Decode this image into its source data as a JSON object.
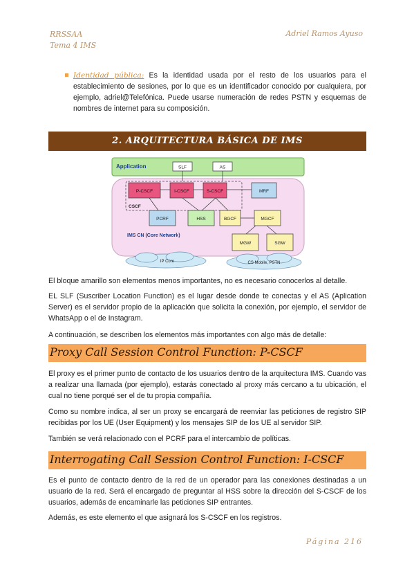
{
  "header": {
    "left_line1": "RRSSAA",
    "left_line2": "Tema 4 IMS",
    "right": "Adriel Ramos Ayuso"
  },
  "bullet": {
    "term": "Identidad pública:",
    "text": " Es la identidad usada por el resto de los usuarios para el establecimiento de sesiones, por lo que es un identificador conocido por cualquiera, por ejemplo, adriel@Telefónica. Puede usarse numeración de redes PSTN y esquemas de nombres de internet para su composición."
  },
  "section_title": "2. ARQUITECTURA BÁSICA DE IMS",
  "diagram": {
    "application": "Application",
    "slf": "SLF",
    "as": "AS",
    "pcscf": "P-CSCF",
    "icscf": "I-CSCF",
    "scscf": "S-CSCF",
    "mrf": "MRF",
    "cscf": "CSCF",
    "pcrf": "PCRF",
    "hss": "HSS",
    "bgcf": "BGCF",
    "mgcf": "MGCF",
    "ims_cn": "IMS CN (Core Network)",
    "mgw": "MGW",
    "sgw": "SGW",
    "ip_core": "IP Core",
    "cs_mobile": "CS Mobile, PSTN"
  },
  "paragraphs": {
    "p1": "El bloque amarillo son elementos menos importantes, no es necesario conocerlos al detalle.",
    "p2": "EL SLF (Suscriber Location Function) es el lugar desde donde te conectas y el AS (Aplication Server) es el servidor propio de la aplicación que solicita la conexión, por ejemplo, el servidor de WhatsApp o el de Instagram.",
    "p3": "A continuación, se describen los elementos más importantes con algo más de detalle:",
    "p4": "El proxy es el primer punto de contacto de los usuarios dentro de la arquitectura IMS. Cuando vas a realizar una llamada (por ejemplo), estarás conectado al proxy más cercano a tu ubicación, el cual no tiene porqué ser el de tu propia compañía.",
    "p5": "Como su nombre indica, al ser un proxy se encargará de reenviar las peticiones de registro SIP recibidas por los UE (User Equipment) y los mensajes SIP de los UE al servidor SIP.",
    "p6": "También se verá relacionado con el PCRF para el intercambio de políticas.",
    "p7": "Es el punto de contacto dentro de la red de un operador para las conexiones destinadas a un usuario de la red. Será el encargado de preguntar al HSS sobre la dirección del S-CSCF de los usuarios, además de encaminarle las peticiones SIP entrantes.",
    "p8": "Además, es este elemento el que asignará los S-CSCF en los registros."
  },
  "subsections": {
    "pcscf_title": "Proxy Call Session Control Function: P-CSCF",
    "icscf_title": "Interrogating Call Session Control Function: I-CSCF"
  },
  "footer": {
    "page": "Página 216"
  }
}
